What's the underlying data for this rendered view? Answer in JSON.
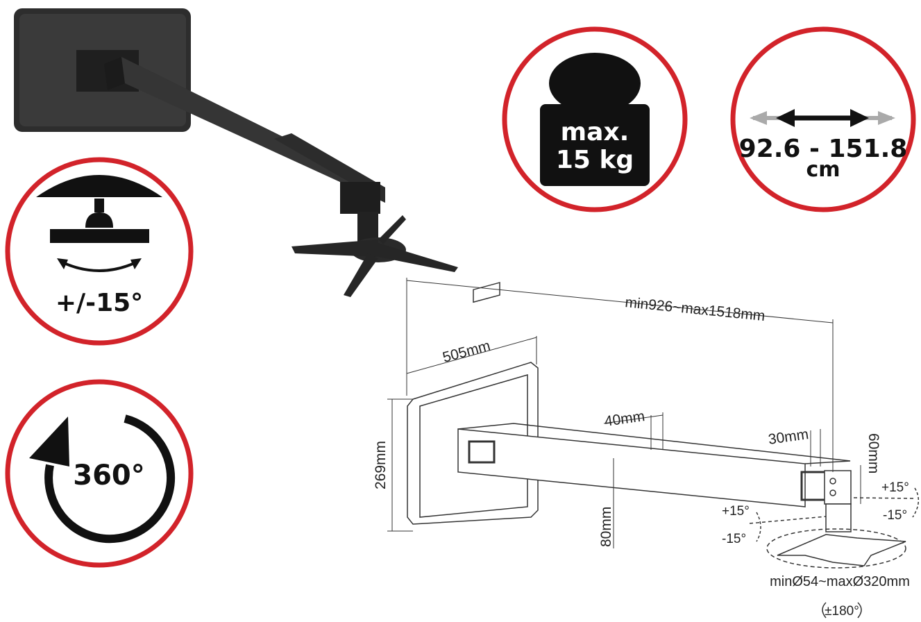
{
  "badges": {
    "tilt": {
      "label": "+/-15°",
      "icon": "tilt-icon"
    },
    "rotation": {
      "label": "360°",
      "icon": "rotate-arrow-icon"
    },
    "weight": {
      "line1": "max.",
      "line2": "15 kg",
      "icon": "weight-icon"
    },
    "extension": {
      "line1": "92.6 - 151.8",
      "line2": "cm",
      "icon": "double-arrow-icon"
    }
  },
  "dimensions": {
    "total_length": "min926~max1518mm",
    "plate_width": "505mm",
    "plate_height": "269mm",
    "arm_40": "40mm",
    "arm_30": "30mm",
    "drop_80": "80mm",
    "joint_60": "60mm",
    "tilt_pos_left": "+15°",
    "tilt_neg_left": "-15°",
    "tilt_pos_right": "+15°",
    "tilt_neg_right": "-15°",
    "bracket_range": "minØ54~maxØ320mm",
    "swivel": "±180°"
  },
  "colors": {
    "badge_ring": "#d2232a",
    "product": "#2a2a2a",
    "line_drawing": "#333333"
  }
}
